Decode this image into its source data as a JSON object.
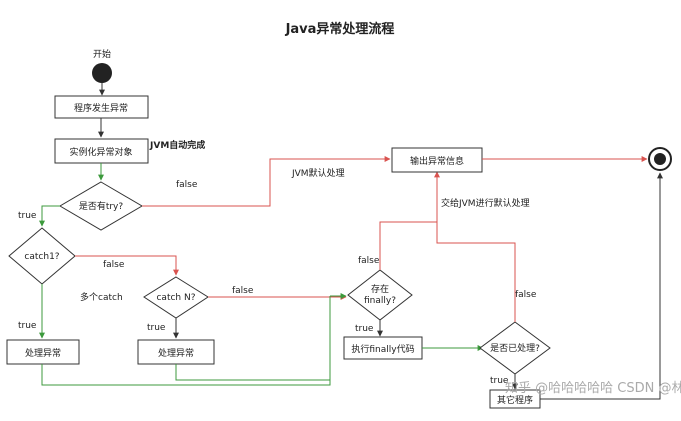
{
  "title": "Java异常处理流程",
  "nodes": {
    "start": "开始",
    "generate": "程序发生异常",
    "instantiate": "实例化异常对象",
    "has_try": "是否有try?",
    "catch1": "catch1?",
    "catchN": "catch N?",
    "handle1": "处理异常",
    "handleN": "处理异常",
    "finally_line1": "存在",
    "finally_line2": "finally?",
    "exec_finally": "执行finally代码",
    "handled": "是否已处理?",
    "output": "输出异常信息",
    "other": "其它程序"
  },
  "labels": {
    "jvm_auto": "JVM自动完成",
    "jvm_default": "JVM默认处理",
    "to_jvm": "交给JVM进行默认处理",
    "multi_catch": "多个catch",
    "false": "false",
    "true": "true"
  },
  "colors": {
    "green": "#3c9a3c",
    "red": "#d9534f",
    "black": "#333333"
  },
  "watermark": "知乎 @哈哈哈哈哈 CSDN @林渠晴"
}
